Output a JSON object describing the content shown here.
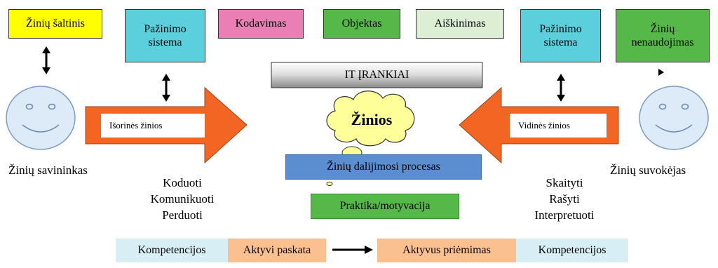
{
  "top_boxes": {
    "source": "Žinių šaltinis",
    "cognition_left_line1": "Pažinimo",
    "cognition_left_line2": "sistema",
    "coding": "Kodavimas",
    "object": "Objektas",
    "explanation": "Aiškinimas",
    "cognition_right_line1": "Pažinimo",
    "cognition_right_line2": "sistema",
    "nonuse_line1": "Žinių",
    "nonuse_line2": "nenaudojimas"
  },
  "center": {
    "it_tools": "IT ĮRANKIAI",
    "knowledge": "Žinios",
    "sharing_process": "Žinių dalijimosi procesas",
    "practice": "Praktika/motyvacija"
  },
  "left": {
    "owner": "Žinių savininkas",
    "arrow_label": "Išorinės žinios",
    "actions": [
      "Koduoti",
      "Komunikuoti",
      "Perduoti"
    ]
  },
  "right": {
    "perceiver": "Žinių suvokėjas",
    "arrow_label": "Vidinės žinios",
    "actions": [
      "Skaityti",
      "Rašyti",
      "Interpretuoti"
    ]
  },
  "bottom": {
    "competences_left": "Kompetencijos",
    "active_push": "Aktyvi paskata",
    "active_reception": "Aktyvus priėmimas",
    "competences_right": "Kompetencijos"
  },
  "colors": {
    "yellow": "#ffff00",
    "cyan": "#5bd0dc",
    "pink": "#ea7fb5",
    "green": "#55b848",
    "light_green": "#dcefd4",
    "orange": "#f26522",
    "blue": "#5a8ed0",
    "cloud": "#ffff99",
    "face": "#ddeaf7",
    "light_blue": "#d7eef5",
    "peach": "#fac090"
  }
}
